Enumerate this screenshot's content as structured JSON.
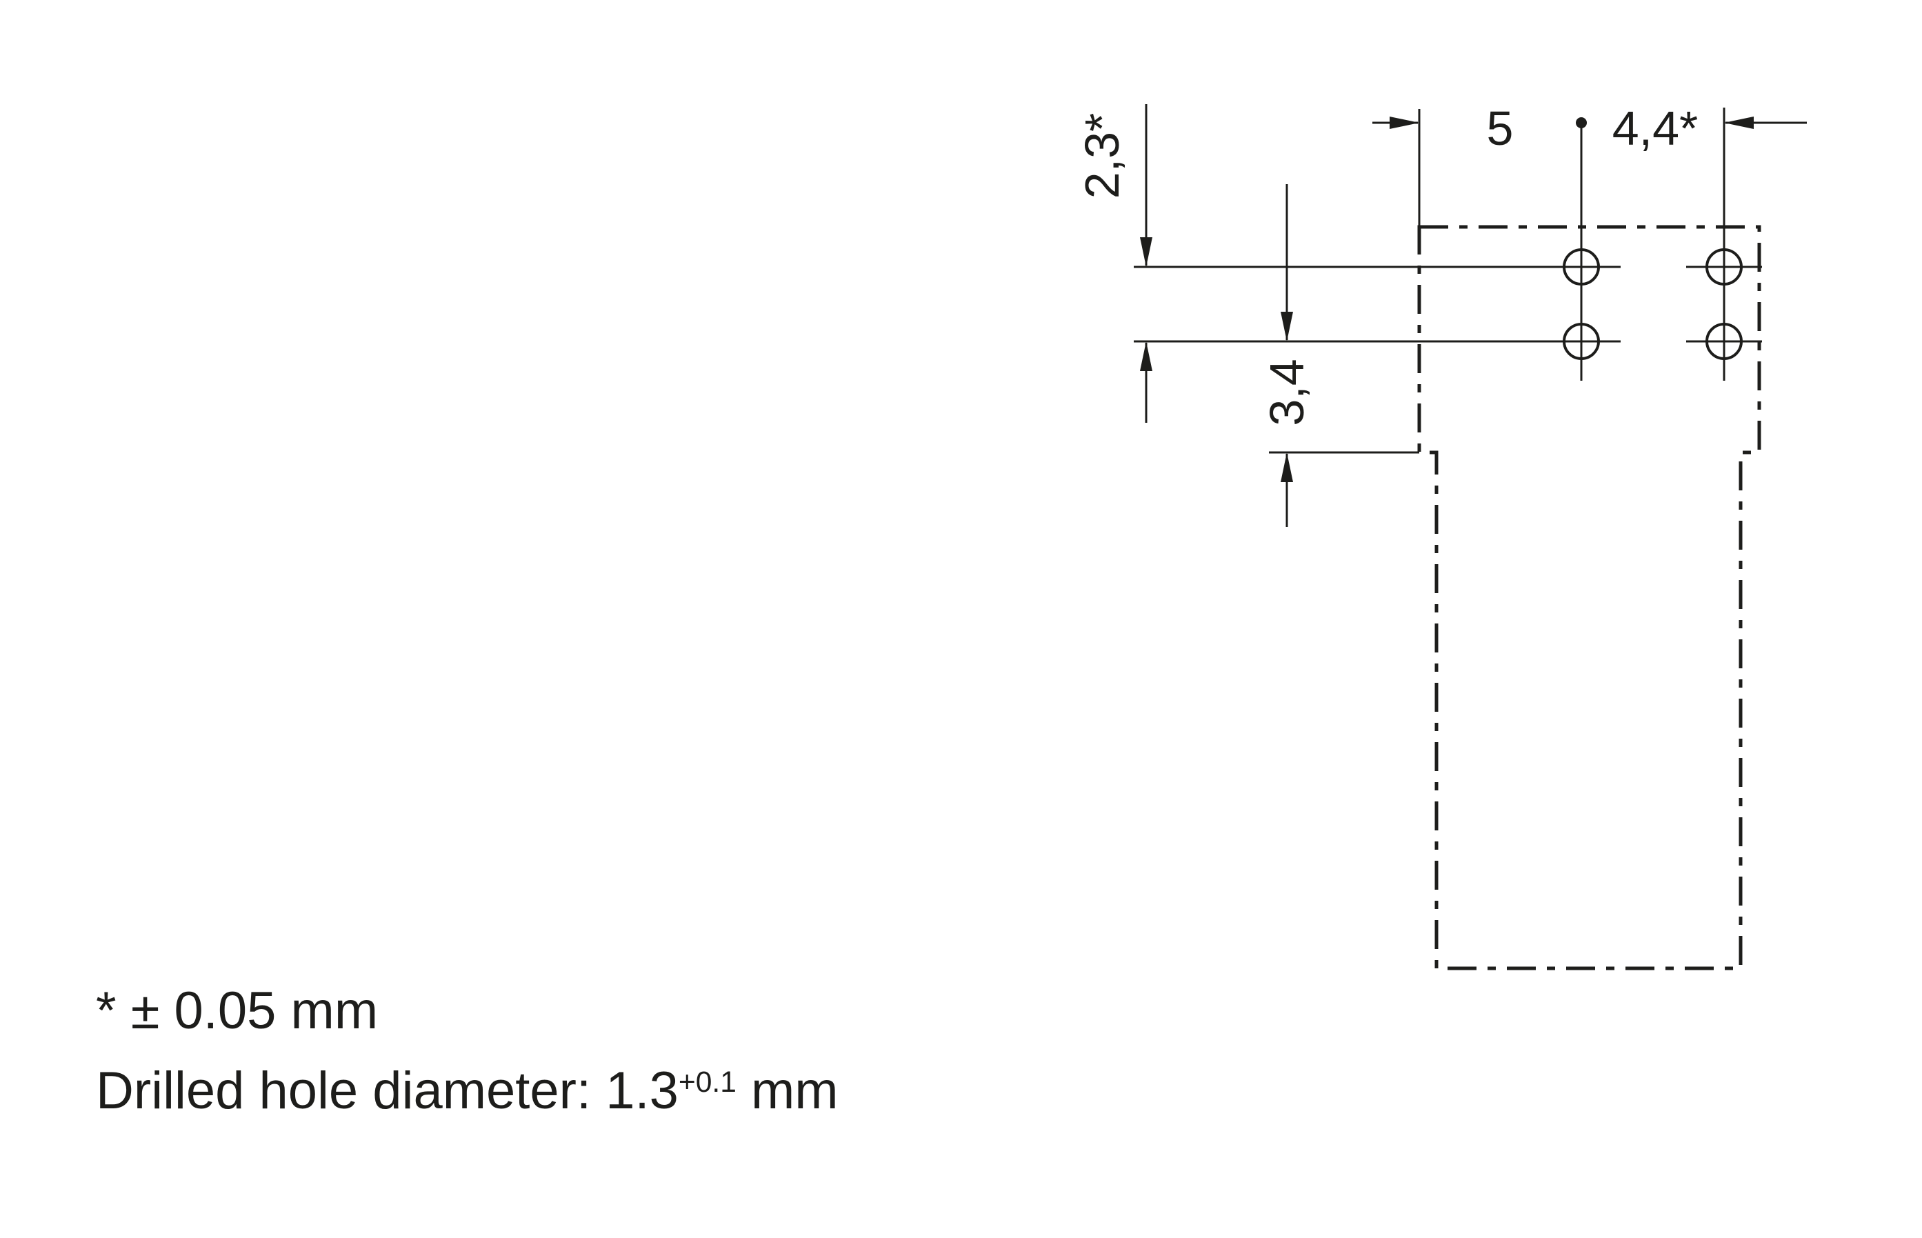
{
  "colors": {
    "line": "#1d1d1b",
    "background": "#ffffff"
  },
  "drawing": {
    "labels": {
      "vertical_row_spacing": "2,3*",
      "horizontal_pitch": "5",
      "horizontal_hole_spacing": "4,4*",
      "row_to_edge_distance": "3,4"
    }
  },
  "notes": {
    "tolerance": "* ± 0.05 mm",
    "hole_label": "Drilled hole diameter: ",
    "hole_value": "1.3",
    "hole_tolerance": "+0.1",
    "hole_unit": " mm"
  }
}
